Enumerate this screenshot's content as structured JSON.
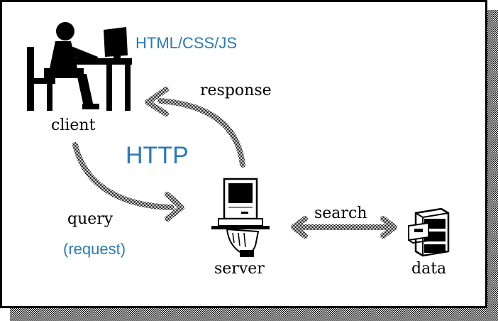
{
  "labels": {
    "client": "client",
    "tech": "HTML/CSS/JS",
    "response": "response",
    "protocol": "HTTP",
    "query": "query",
    "request": "(request)",
    "server": "server",
    "search": "search",
    "data": "data"
  },
  "colors": {
    "accent": "#2a7ab8",
    "ink": "#000000",
    "dither": "#8a8a8a"
  },
  "icons": [
    "client-computer-user-icon",
    "server-mac-icon",
    "data-file-cabinet-icon"
  ]
}
